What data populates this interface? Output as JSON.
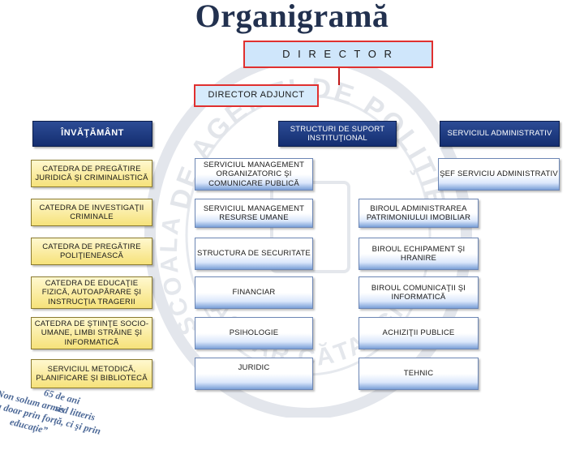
{
  "title": "Organigramă",
  "director": "D I R E C T O R",
  "deputy": "DIRECTOR ADJUNCT",
  "heads": {
    "teaching": "ÎNVĂŢĂMÂNT",
    "support": "STRUCTURI DE SUPORT INSTITUŢIONAL",
    "admin": "SERVICIUL ADMINISTRATIV"
  },
  "teaching_items": [
    "CATEDRA DE PREGĂTIRE JURIDICĂ ŞI CRIMINALISTICĂ",
    "CATEDRA DE INVESTIGAŢII CRIMINALE",
    "CATEDRA DE PREGĂTIRE POLIŢIENEASCĂ",
    "CATEDRA DE EDUCAŢIE FIZICĂ, AUTOAPĂRARE ŞI INSTRUCŢIA TRAGERII",
    "CATEDRA DE ŞTIINŢE SOCIO-UMANE, LIMBI STRĂINE ŞI INFORMATICĂ",
    "SERVICIUL METODICĂ, PLANIFICARE ŞI BIBLIOTECĂ"
  ],
  "support_items": [
    "SERVICIUL MANAGEMENT ORGANIZATORIC ŞI COMUNICARE PUBLICĂ",
    "SERVICIUL MANAGEMENT RESURSE UMANE",
    "STRUCTURA DE SECURITATE",
    "FINANCIAR",
    "PSIHOLOGIE",
    "JURIDIC"
  ],
  "admin_items": [
    "ŞEF SERVICIU ADMINISTRATIV",
    "BIROUL ADMINISTRAREA PATRIMONIULUI IMOBILIAR",
    "BIROUL ECHIPAMENT ŞI HRANIRE",
    "BIROUL COMUNICAŢII ŞI INFORMATICĂ",
    "ACHIZIŢII PUBLICE",
    "TEHNIC"
  ],
  "motto": {
    "line1": "„Non solum armis",
    "line2": "sed litteris",
    "line3": "Nu doar prin forţă, ci şi prin",
    "line4": "educaţie”",
    "line5": "65 de ani"
  },
  "watermark": {
    "top_text": "DE AGENŢI DE POLIŢIE",
    "bottom_text": "LASCĂR CĂTARGIU",
    "left_text": "ŞCOALA"
  },
  "colors": {
    "title": "#22314f",
    "frame_red": "#e0302f",
    "navy": "#142e70",
    "yellow": "#f6e27a",
    "blue_fill": "#7aa0d8"
  }
}
